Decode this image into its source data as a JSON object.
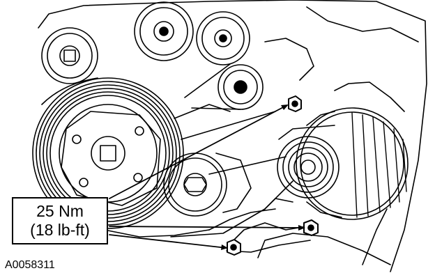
{
  "callout": {
    "torque_nm": "25 Nm",
    "torque_lbft": "(18 lb-ft)"
  },
  "figure_id": "A0058311",
  "colors": {
    "line": "#000000",
    "background": "#ffffff"
  }
}
